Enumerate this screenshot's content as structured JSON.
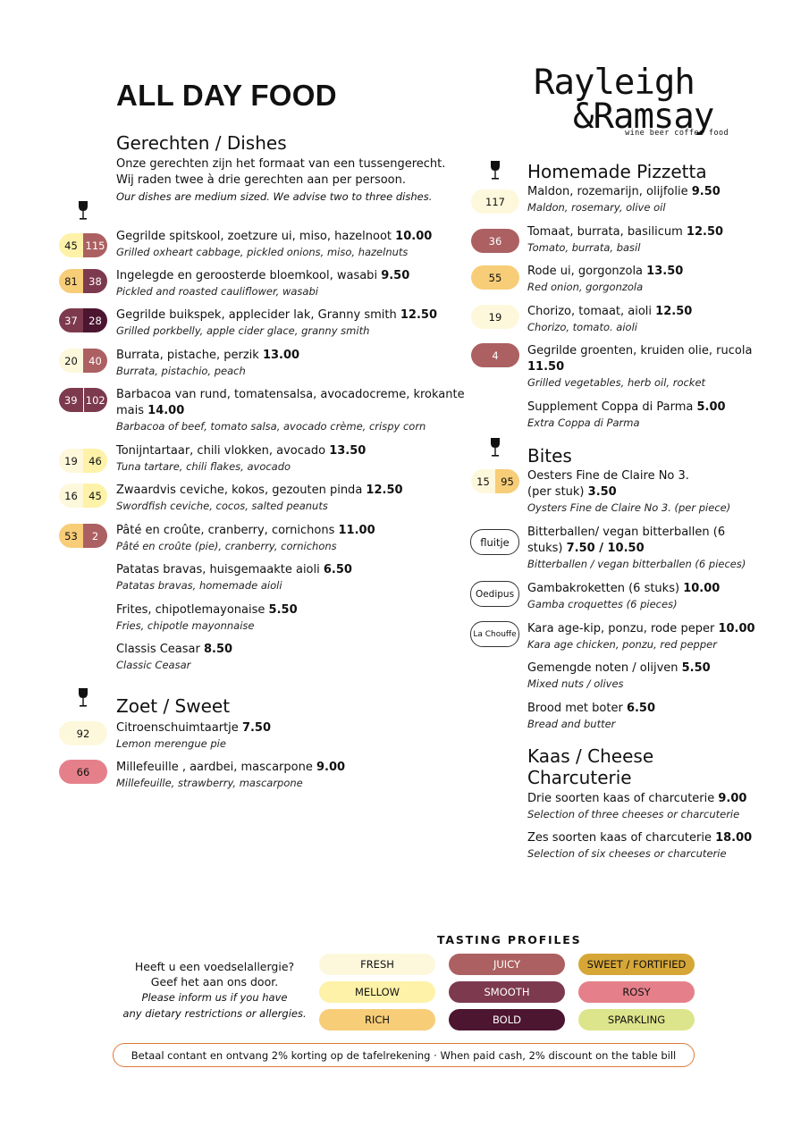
{
  "title": "ALL DAY FOOD",
  "logo": {
    "line1": "Rayleigh",
    "line2": "&Ramsay",
    "tagline": "wine beer coffee food"
  },
  "colors": {
    "fresh": "#fdf8dc",
    "mellow": "#fdf2a8",
    "rich": "#f7cd78",
    "juicy": "#ac6062",
    "smooth": "#7d3a4e",
    "bold": "#4c1530",
    "sweet": "#d6a637",
    "rosy": "#e5808a",
    "sparkling": "#dde58c"
  },
  "dishes": {
    "title": "Gerechten / Dishes",
    "intro_nl_1": "Onze gerechten zijn het formaat van een tussengerecht.",
    "intro_nl_2": "Wij raden twee à drie gerechten aan per persoon.",
    "intro_en": "Our dishes are medium sized.  We advise two to three dishes.",
    "items": [
      {
        "nl": "Gegrilde spitskool, zoetzure ui, miso, hazelnoot",
        "price": "10.00",
        "en": "Grilled oxheart cabbage, pickled onions, miso, hazelnuts",
        "pill": [
          "45",
          "115"
        ]
      },
      {
        "nl": "Ingelegde en geroosterde bloemkool, wasabi",
        "price": "9.50",
        "en": "Pickled and roasted cauliflower, wasabi",
        "pill": [
          "81",
          "38"
        ]
      },
      {
        "nl": "Gegrilde buikspek, applecider lak, Granny smith",
        "price": "12.50",
        "en": "Grilled porkbelly, apple cider glace, granny smith",
        "pill": [
          "37",
          "28"
        ]
      },
      {
        "nl": "Burrata, pistache, perzik",
        "price": "13.00",
        "en": "Burrata, pistachio, peach",
        "pill": [
          "20",
          "40"
        ]
      },
      {
        "nl": "Barbacoa van rund, tomatensalsa, avocadocreme, krokante",
        "nl2": "mais",
        "price": "14.00",
        "en": "Barbacoa of beef, tomato salsa, avocado crème, crispy corn",
        "pill": [
          "39",
          "102"
        ]
      },
      {
        "nl": "Tonijntartaar, chili vlokken, avocado",
        "price": "13.50",
        "en": "Tuna tartare, chili flakes, avocado",
        "pill": [
          "19",
          "46"
        ]
      },
      {
        "nl": "Zwaardvis ceviche, kokos, gezouten pinda",
        "price": "12.50",
        "en": "Swordfish ceviche, cocos, salted peanuts",
        "pill": [
          "16",
          "45"
        ]
      },
      {
        "nl": "Pâté en croûte, cranberry, cornichons",
        "price": "11.00",
        "en": "Pâté en croûte (pie), cranberry, cornichons",
        "pill": [
          "53",
          "2"
        ]
      },
      {
        "nl": "Patatas bravas, huisgemaakte aioli",
        "price": "6.50",
        "en": "Patatas bravas, homemade aioli"
      },
      {
        "nl": "Frites, chipotlemayonaise",
        "price": "5.50",
        "en": "Fries, chipotle mayonnaise"
      },
      {
        "nl": "Classis Ceasar",
        "price": "8.50",
        "en": "Classic Ceasar"
      }
    ]
  },
  "sweet": {
    "title": "Zoet / Sweet",
    "items": [
      {
        "nl": "Citroenschuimtaartje",
        "price": "7.50",
        "en": "Lemon merengue pie",
        "pill": [
          "92"
        ]
      },
      {
        "nl": "Millefeuille , aardbei, mascarpone",
        "price": "9.00",
        "en": "Millefeuille, strawberry, mascarpone",
        "pill": [
          "66"
        ]
      }
    ]
  },
  "pizzetta": {
    "title": "Homemade Pizzetta",
    "items": [
      {
        "nl": "Maldon, rozemarijn, olijfolie",
        "price": "9.50",
        "en": "Maldon, rosemary, olive oil",
        "pill": [
          "117"
        ]
      },
      {
        "nl": "Tomaat, burrata, basilicum",
        "price": "12.50",
        "en": "Tomato, burrata, basil",
        "pill": [
          "36"
        ]
      },
      {
        "nl": "Rode ui, gorgonzola",
        "price": "13.50",
        "en": "Red onion, gorgonzola",
        "pill": [
          "55"
        ]
      },
      {
        "nl": "Chorizo, tomaat, aioli ",
        "price": "12.50",
        "en": "Chorizo, tomato. aioli",
        "pill": [
          "19"
        ]
      },
      {
        "nl": "Gegrilde groenten, kruiden olie, rucola",
        "nl2": "",
        "price": "11.50",
        "en": "Grilled vegetables, herb oil, rocket",
        "pill": [
          "4"
        ]
      },
      {
        "nl": "Supplement Coppa di Parma",
        "price": "5.00",
        "en": "Extra Coppa di Parma"
      }
    ]
  },
  "bites": {
    "title": "Bites",
    "items": [
      {
        "nl": "Oesters Fine de Claire No 3.",
        "nl2": "(per stuk)",
        "price": "3.50",
        "en": "Oysters Fine de Claire No 3. (per piece)",
        "pill": [
          "15",
          "95"
        ]
      },
      {
        "nl": "Bitterballen/ vegan bitterballen (6",
        "nl2": "stuks)",
        "price": "7.50 / 10.50",
        "en": "Bitterballen / vegan bitterballen (6 pieces)",
        "beer": "fluitje"
      },
      {
        "nl": "Gambakroketten (6 stuks)",
        "price": "10.00",
        "en": "Gamba croquettes (6 pieces)",
        "beer": "Oedipus"
      },
      {
        "nl": "Kara age-kip, ponzu, rode peper",
        "price": "10.00",
        "en": "Kara age chicken, ponzu, red pepper",
        "beer": "La Chouffe"
      },
      {
        "nl": "Gemengde noten / olijven",
        "price": "5.50",
        "en": "Mixed nuts / olives"
      },
      {
        "nl": "Brood met boter",
        "price": "6.50",
        "en": "Bread and butter"
      }
    ]
  },
  "cheese": {
    "title1": "Kaas / Cheese",
    "title2": "Charcuterie",
    "items": [
      {
        "nl": "Drie soorten kaas of charcuterie",
        "price": "9.00",
        "en": "Selection of three cheeses or charcuterie"
      },
      {
        "nl": "Zes soorten kaas of charcuterie",
        "price": "18.00",
        "en": "Selection of six cheeses or charcuterie"
      }
    ]
  },
  "legend": {
    "title": "TASTING PROFILES",
    "items": [
      "FRESH",
      "JUICY",
      "SWEET / FORTIFIED",
      "MELLOW",
      "SMOOTH",
      "ROSY",
      "RICH",
      "BOLD",
      "SPARKLING"
    ]
  },
  "allergy": {
    "line1": "Heeft u een voedselallergie?",
    "line2": "Geef het aan ons door.",
    "line3": "Please inform us if you have",
    "line4": "any dietary restrictions or allergies."
  },
  "footer": "Betaal contant en ontvang 2% korting op de tafelrekening · When paid cash, 2% discount on the table bill"
}
